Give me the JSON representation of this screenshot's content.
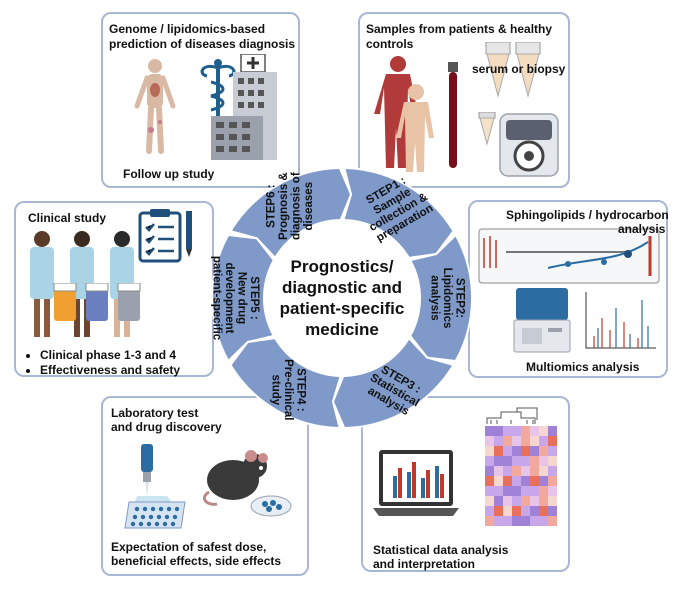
{
  "center": {
    "lines": [
      "Prognostics/",
      "diagnostic and",
      "patient-specific",
      "medicine"
    ]
  },
  "steps": [
    {
      "id": "step1",
      "lines": [
        "STEP1 :",
        "Sample",
        "collection &",
        "preparation"
      ]
    },
    {
      "id": "step2",
      "lines": [
        "STEP2:",
        "Lipidomics",
        "analysis"
      ]
    },
    {
      "id": "step3",
      "lines": [
        "STEP3 :",
        "Statistical",
        "analysis"
      ]
    },
    {
      "id": "step4",
      "lines": [
        "STEP4 :",
        "Pre-clinical",
        "study"
      ]
    },
    {
      "id": "step5",
      "lines": [
        "STEP5 :",
        "New drug",
        "development",
        "patient-specific"
      ]
    },
    {
      "id": "step6",
      "lines": [
        "STEP6 :",
        "Prognosis &",
        "diagnosis of",
        "diseases"
      ]
    }
  ],
  "panels": {
    "genome": {
      "title_lines": [
        "Genome / lipidomics-based",
        "prediction of diseases diagnosis"
      ],
      "footer": "Follow up study"
    },
    "samples": {
      "title_lines": [
        "Samples from patients & healthy",
        "controls"
      ],
      "label": "serum or biopsy"
    },
    "clinical": {
      "title": "Clinical study",
      "bullets": [
        "Clinical phase 1-3 and 4",
        "Effectiveness and safety"
      ]
    },
    "sphingo": {
      "title_lines": [
        "Sphingolipids / hydrocarbon",
        "analysis"
      ],
      "footer": "Multiomics analysis"
    },
    "laboratory": {
      "title_lines": [
        "Laboratory test",
        "and drug discovery"
      ],
      "footer_lines": [
        "Expectation of safest dose,",
        "beneficial effects, side effects"
      ]
    },
    "statistical": {
      "footer_lines": [
        "Statistical data analysis",
        "and interpretation"
      ]
    }
  },
  "colors": {
    "ring": "#7f99c9",
    "ring_dark": "#6f8bc0",
    "center": "#ffffff",
    "panel_border": "#a9b7d4"
  }
}
